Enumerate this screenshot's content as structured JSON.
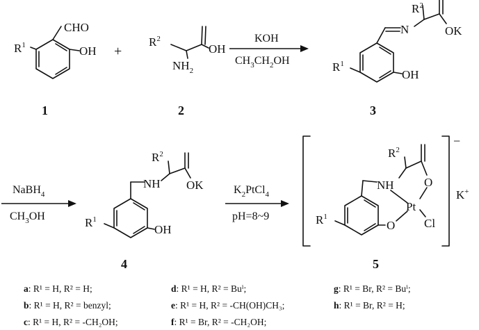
{
  "compounds": {
    "c1": {
      "number": "1",
      "r1": "R",
      "r1_sup": "1",
      "cho": "CHO",
      "oh": "OH"
    },
    "c2": {
      "number": "2",
      "r2": "R",
      "r2_sup": "2",
      "oh": "OH",
      "nh": "NH",
      "nh_sub": "2"
    },
    "c3": {
      "number": "3",
      "r2": "R",
      "r2_sup": "2",
      "n": "N",
      "ok": "OK",
      "r1": "R",
      "r1_sup": "1",
      "oh": "OH"
    },
    "c4": {
      "number": "4",
      "r2": "R",
      "r2_sup": "2",
      "nh": "NH",
      "ok": "OK",
      "r1": "R",
      "r1_sup": "1",
      "oh": "OH"
    },
    "c5": {
      "number": "5",
      "r2": "R",
      "r2_sup": "2",
      "nh": "NH",
      "o_ring": "O",
      "pt": "Pt",
      "cl": "Cl",
      "o_ar": "O",
      "r1": "R",
      "r1_sup": "1",
      "charge": "−",
      "counter": "K",
      "counter_sup": "+"
    }
  },
  "plus": "+",
  "reagents": {
    "step1": {
      "top": "KOH",
      "bottom_a": "CH",
      "bottom_sub1": "3",
      "bottom_b": "CH",
      "bottom_sub2": "2",
      "bottom_c": "OH"
    },
    "step2": {
      "top_a": "NaBH",
      "top_sub": "4",
      "bottom_a": "CH",
      "bottom_sub": "3",
      "bottom_b": "OH"
    },
    "step3": {
      "top_a": "K",
      "top_sub1": "2",
      "top_b": "PtCl",
      "top_sub2": "4",
      "bottom": "pH=8~9"
    }
  },
  "legend": [
    {
      "key": "a",
      "text": ": R¹ = H, R² = H;"
    },
    {
      "key": "b",
      "text": ": R¹ = H, R² = benzyl;"
    },
    {
      "key": "c",
      "text": ": R¹ = H, R² = -CH₂OH;"
    },
    {
      "key": "d",
      "text": ": R¹ = H, R² = Buⁱ;"
    },
    {
      "key": "e",
      "text": ": R¹ = H, R² = -CH(OH)CH₃;"
    },
    {
      "key": "f",
      "text": ": R¹ = Br, R² = -CH₂OH;"
    },
    {
      "key": "g",
      "text": ": R¹ = Br, R² = Buⁱ;"
    },
    {
      "key": "h",
      "text": ": R¹ = Br, R² = H;"
    }
  ]
}
